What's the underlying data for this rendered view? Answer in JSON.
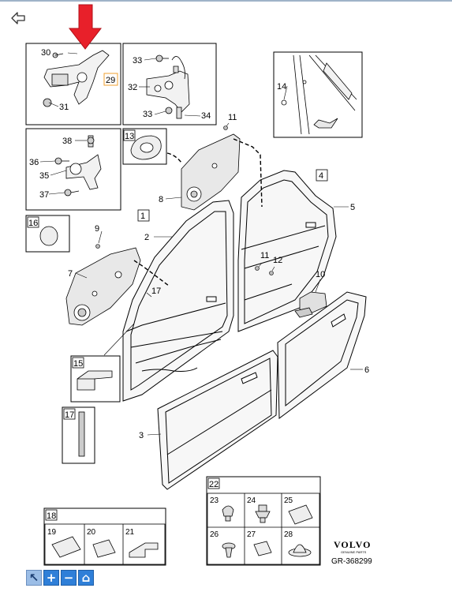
{
  "diagram": {
    "ref_code": "GR-368299",
    "brand": {
      "name": "VOLVO",
      "subtitle": "GENUINE PARTS"
    },
    "callouts": {
      "c1": "1",
      "c2": "2",
      "c3": "3",
      "c4": "4",
      "c5": "5",
      "c6": "6",
      "c7": "7",
      "c8": "8",
      "c9": "9",
      "c10": "10",
      "c11a": "11",
      "c11b": "11",
      "c12": "12",
      "c13": "13",
      "c14": "14",
      "c15": "15",
      "c16": "16",
      "c17a": "17",
      "c17b": "17",
      "c18": "18",
      "c19": "19",
      "c20": "20",
      "c21": "21",
      "c22": "22",
      "c23": "23",
      "c24": "24",
      "c25": "25",
      "c26": "26",
      "c27": "27",
      "c28": "28",
      "c29": "29",
      "c30": "30",
      "c31": "31",
      "c32": "32",
      "c33a": "33",
      "c33b": "33",
      "c34": "34",
      "c35": "35",
      "c36": "36",
      "c37": "37",
      "c38": "38"
    },
    "colors": {
      "highlight_arrow": "#e8202a",
      "callout_box_highlight": "#f0a030",
      "toolbar_button": "#2f7fd8"
    }
  },
  "toolbar": {
    "back_icon": "back-arrow-icon",
    "buttons": [
      {
        "icon": "pointer-icon",
        "glyph": "↖"
      },
      {
        "icon": "zoom-in-icon",
        "glyph": "+"
      },
      {
        "icon": "zoom-out-icon",
        "glyph": "−"
      },
      {
        "icon": "home-icon",
        "glyph": "⌂"
      }
    ]
  }
}
